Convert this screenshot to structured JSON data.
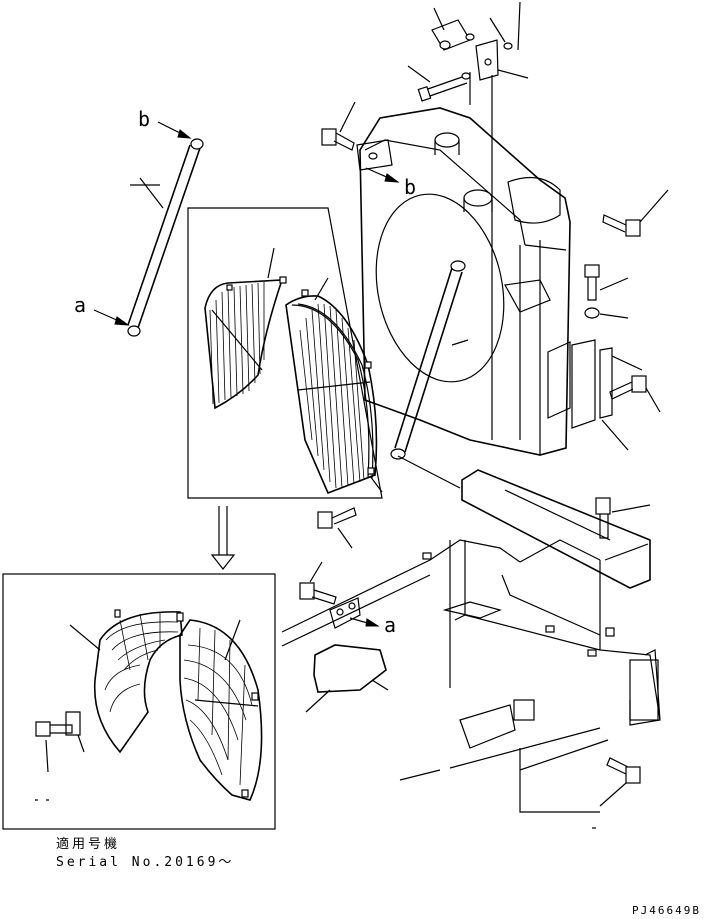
{
  "diagram": {
    "labels": {
      "ref_a_upper": "a",
      "ref_b_upper": "b",
      "ref_b_radiator": "b",
      "ref_a_frame": "a"
    },
    "note": {
      "line1": "適用号機",
      "line2": "Serial No.20169～"
    },
    "drawing_code": "PJ46649B"
  }
}
